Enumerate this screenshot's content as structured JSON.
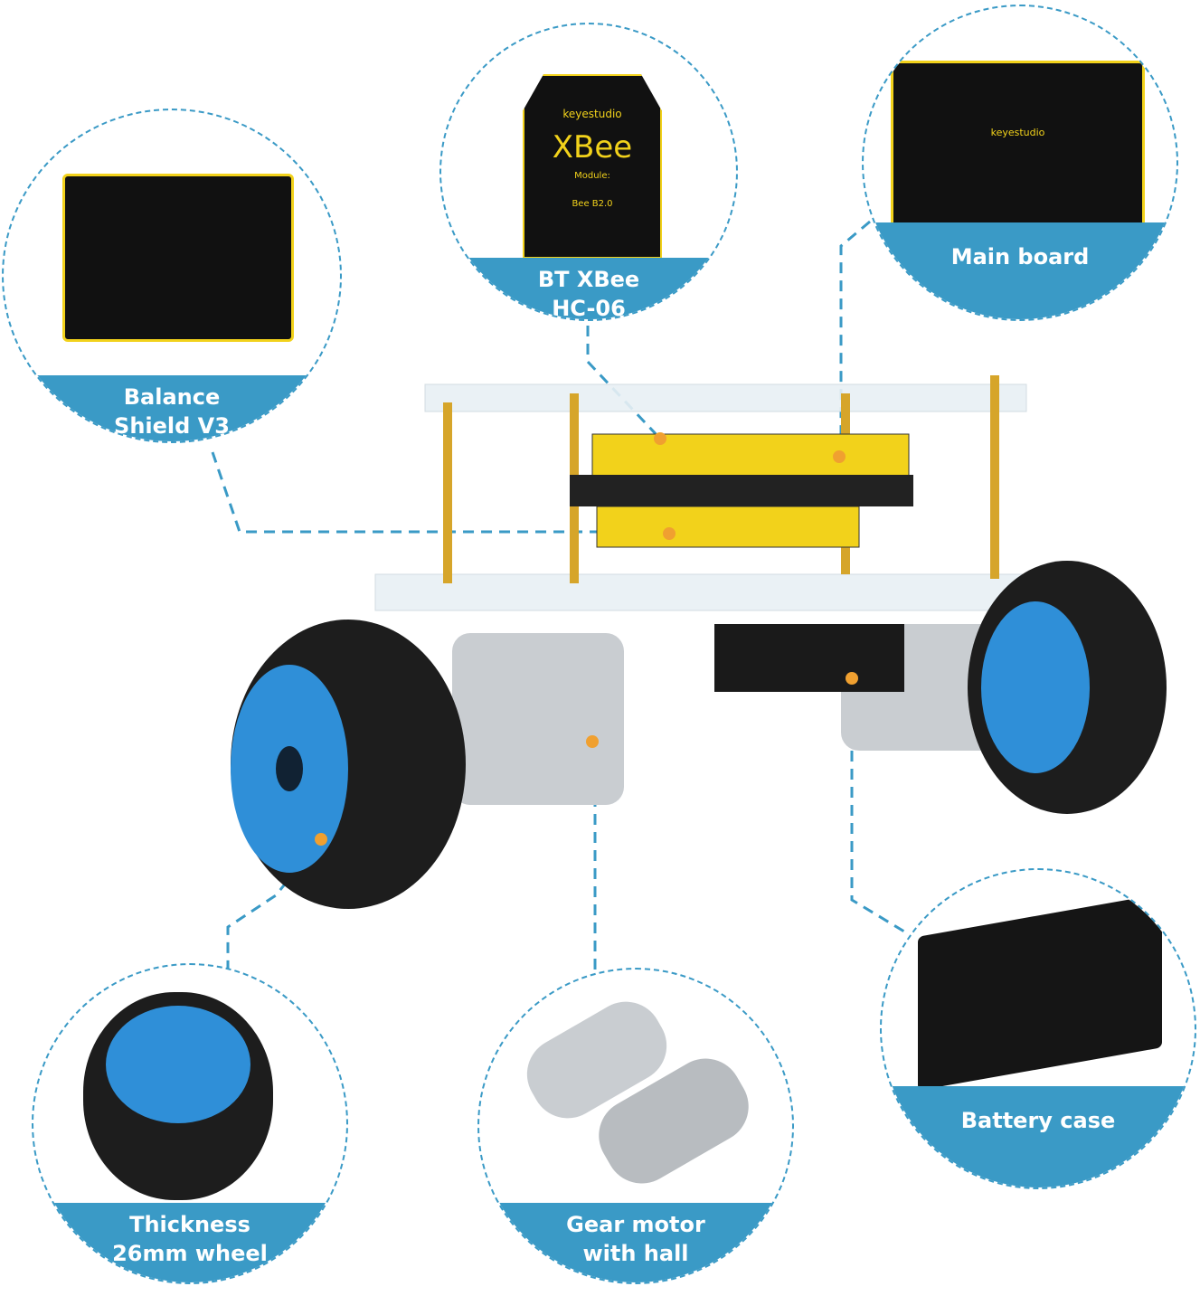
{
  "components": [
    {
      "id": "balance-shield",
      "lines": [
        "Balance",
        "Shield V3"
      ]
    },
    {
      "id": "bt-xbee",
      "lines": [
        "BT XBee",
        "HC-06"
      ],
      "board_text": [
        "keyestudio",
        "XBee",
        "Module:",
        "Bee B2.0"
      ]
    },
    {
      "id": "main-board",
      "lines": [
        "Main board"
      ],
      "board_text": [
        "keyestudio"
      ]
    },
    {
      "id": "wheel",
      "lines": [
        "Thickness",
        "26mm wheel"
      ]
    },
    {
      "id": "gear-motor",
      "lines": [
        "Gear motor",
        "with hall"
      ]
    },
    {
      "id": "battery-case",
      "lines": [
        "Battery case"
      ]
    }
  ],
  "colors": {
    "accent": "#3a9ac6",
    "dot": "#f0a030",
    "board": "#111111",
    "board_yellow": "#f2d21b",
    "wheel_blue": "#2f8fd8"
  }
}
